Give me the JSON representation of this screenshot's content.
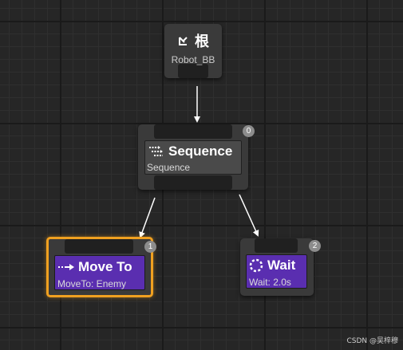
{
  "root": {
    "title": "根",
    "subtitle": "Robot_BB",
    "icon": "root-icon"
  },
  "sequence": {
    "title": "Sequence",
    "subtitle": "Sequence",
    "badge": "0",
    "icon": "sequence-icon"
  },
  "move_to": {
    "title": "Move To",
    "subtitle": "MoveTo: Enemy",
    "badge": "1",
    "icon": "move-to-icon",
    "selected": true
  },
  "wait": {
    "title": "Wait",
    "subtitle": "Wait: 2.0s",
    "badge": "2",
    "icon": "wait-icon"
  },
  "watermark": "CSDN @吴梓穆",
  "colors": {
    "task_purple": "#5a2eb0",
    "selection_orange": "#f0a020",
    "node_gray": "#3a3a3a",
    "graph_background": "#262626"
  }
}
